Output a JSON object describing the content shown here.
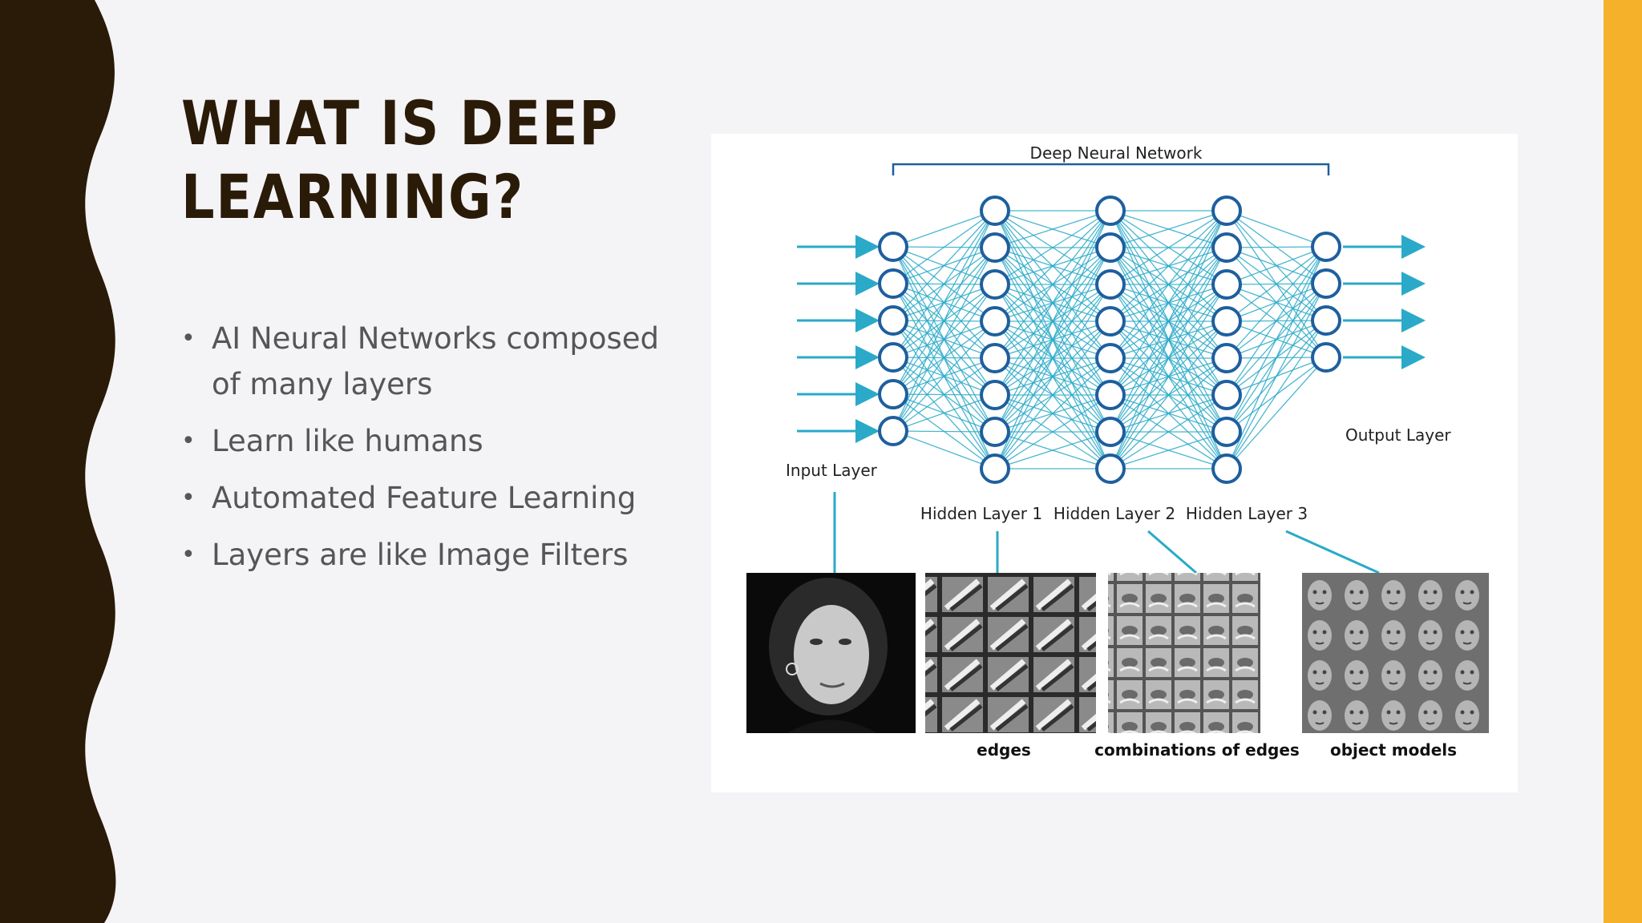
{
  "slide": {
    "title_line1": "WHAT IS DEEP",
    "title_line2": "LEARNING?",
    "bullets": [
      "AI Neural Networks composed of many layers",
      "Learn like humans",
      "Automated Feature Learning",
      "Layers are like Image Filters"
    ]
  },
  "figure": {
    "network_label": "Deep Neural Network",
    "input_label": "Input Layer",
    "output_label": "Output Layer",
    "hidden_labels": [
      "Hidden Layer 1",
      "Hidden Layer 2",
      "Hidden Layer 3"
    ],
    "layer_sizes": [
      6,
      8,
      8,
      8,
      4
    ],
    "captions": [
      "edges",
      "combinations of edges",
      "object models"
    ],
    "colors": {
      "connection": "#2aaac8",
      "node": "#1e5f9e",
      "arrow": "#2aaac8",
      "wave": "#2a1a08",
      "accent": "#f6b12a"
    }
  }
}
